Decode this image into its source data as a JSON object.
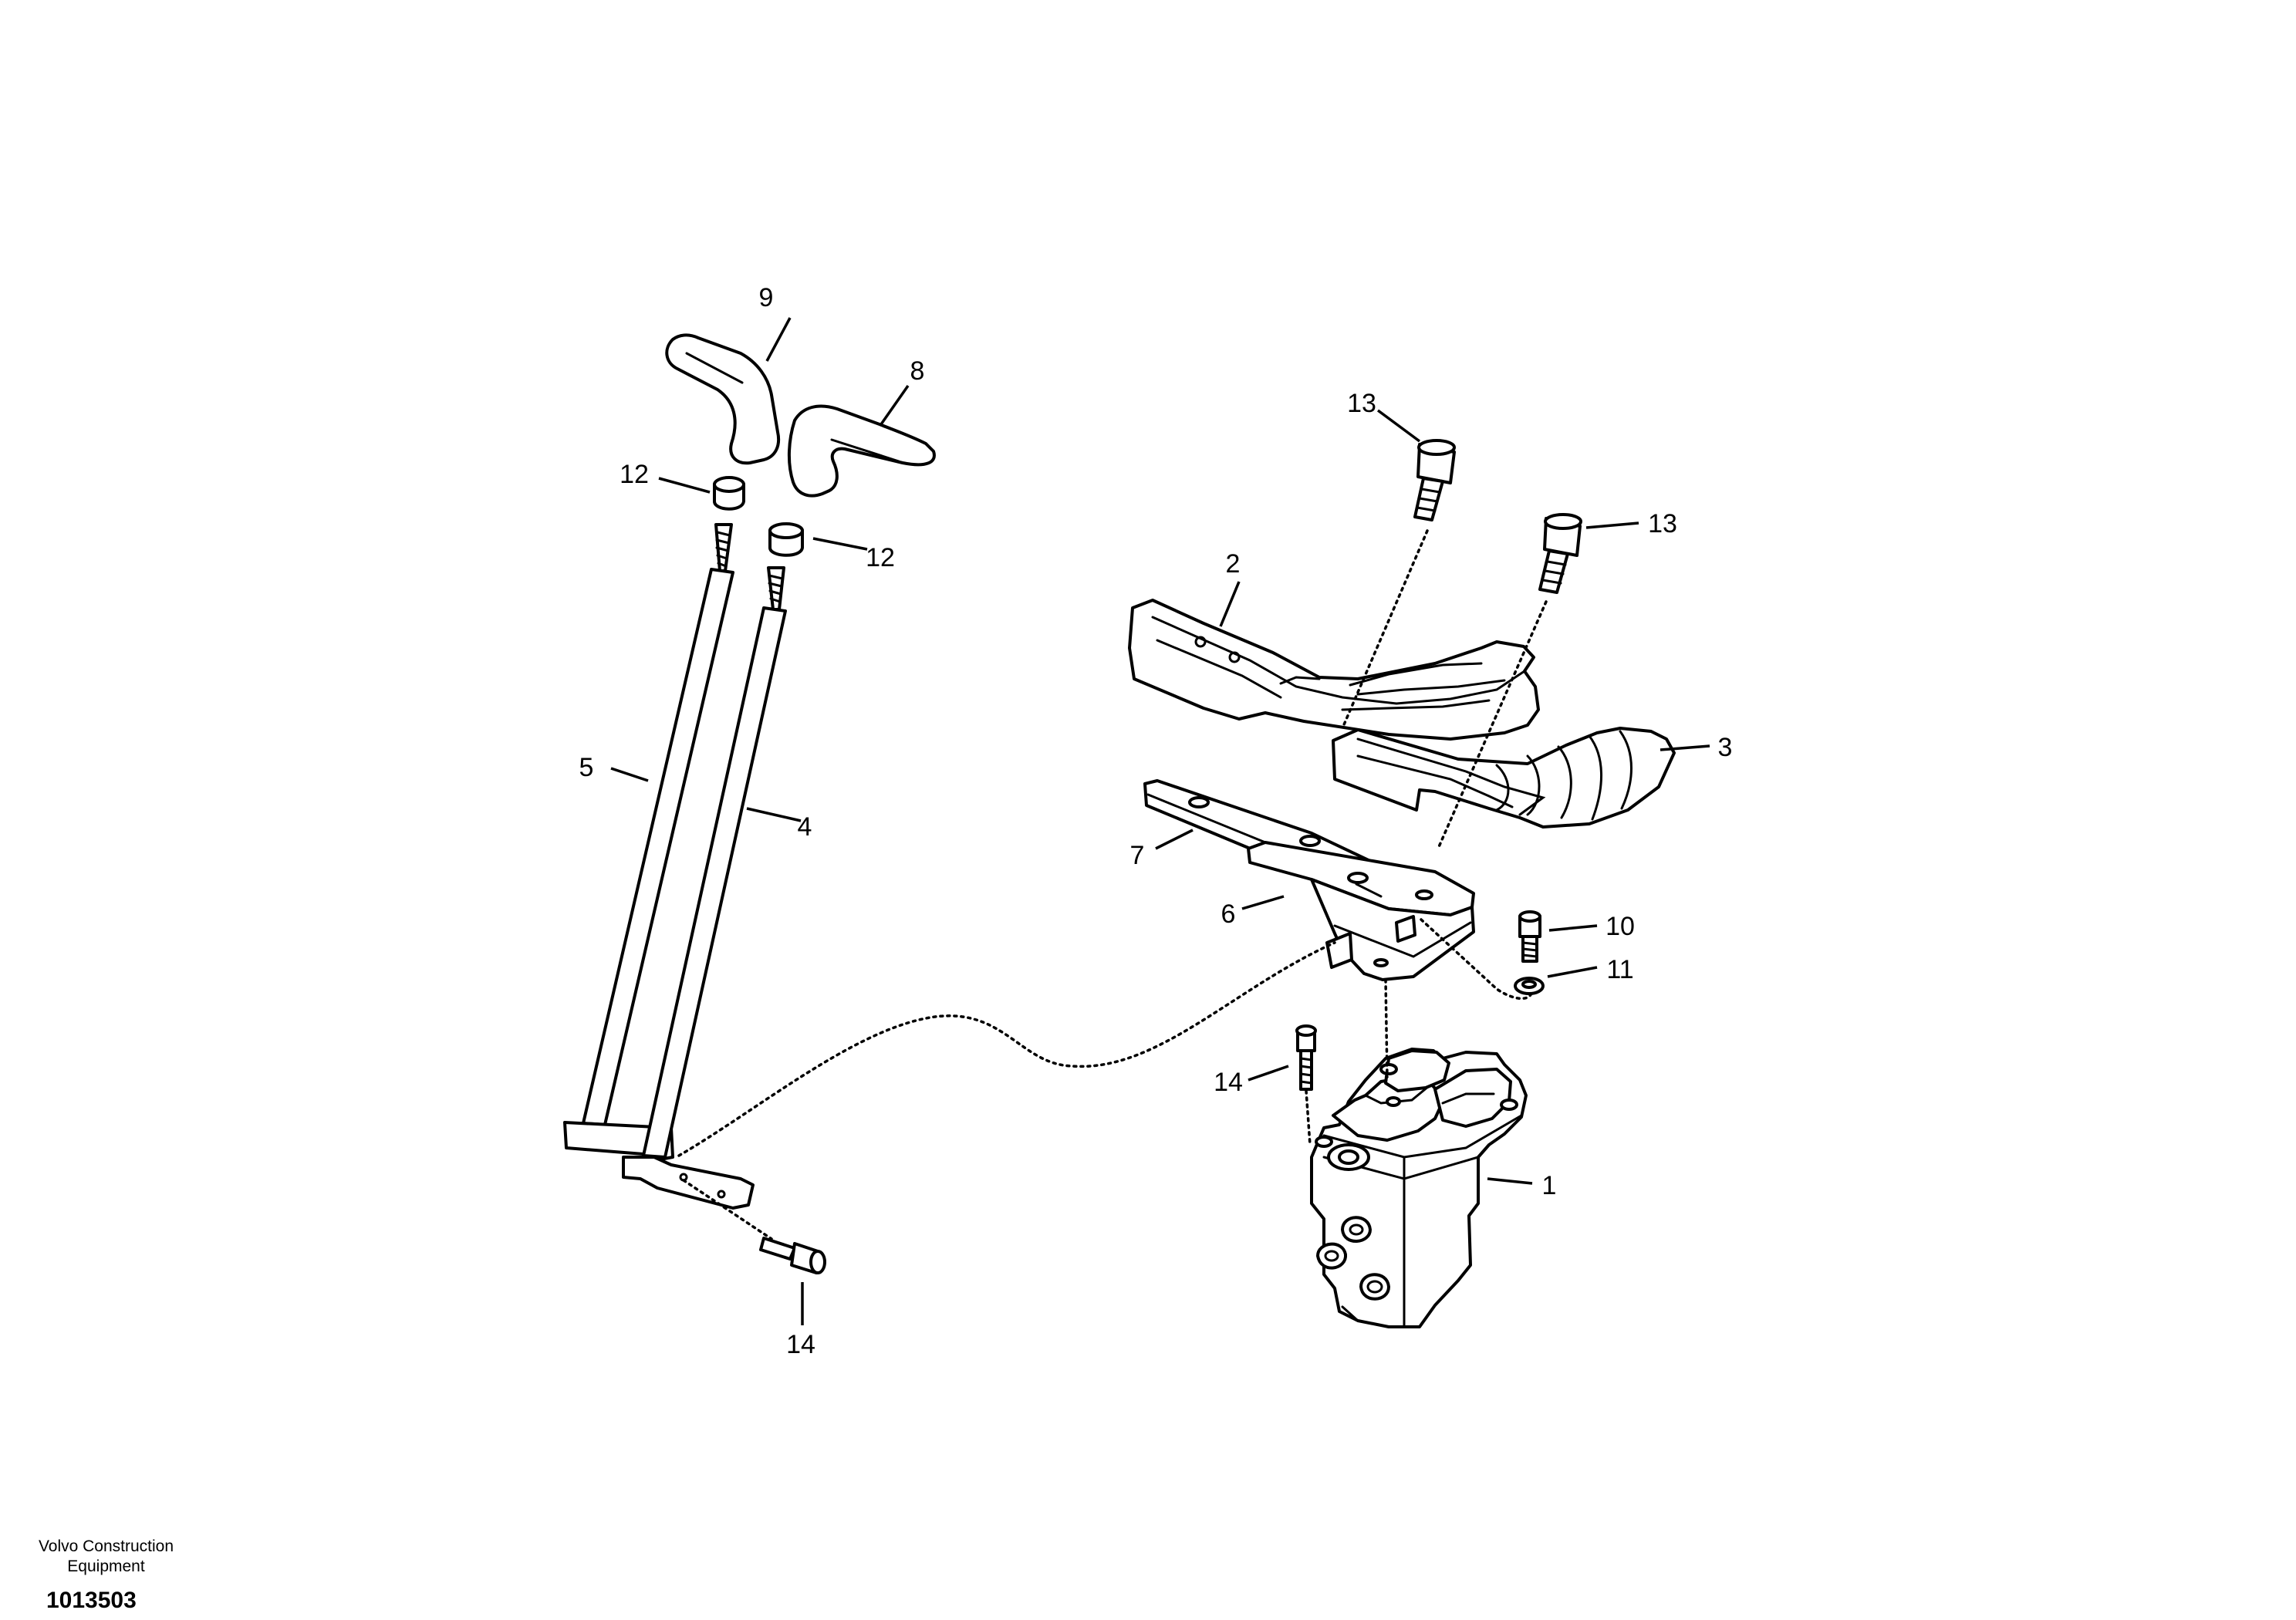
{
  "callouts": {
    "c1": "1",
    "c2": "2",
    "c3": "3",
    "c4": "4",
    "c5": "5",
    "c6": "6",
    "c7": "7",
    "c8": "8",
    "c9": "9",
    "c10": "10",
    "c11": "11",
    "c12a": "12",
    "c12b": "12",
    "c13a": "13",
    "c13b": "13",
    "c14a": "14",
    "c14b": "14"
  },
  "footer": {
    "maker_line1": "Volvo Construction",
    "maker_line2": "Equipment",
    "drawing_number": "1013503"
  }
}
